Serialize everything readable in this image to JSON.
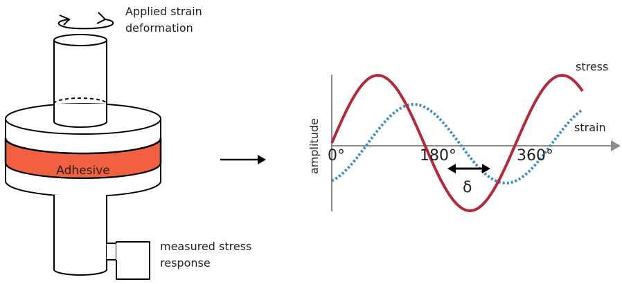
{
  "rheometer": {
    "top_label_line1": "Applied strain",
    "top_label_line2": "deformation",
    "sample_label": "Adhesive",
    "bottom_label_line1": "measured stress",
    "bottom_label_line2": "response",
    "adhesive_color": "#f2613f"
  },
  "plot": {
    "ylabel": "amplitude",
    "tick_0": "0°",
    "tick_180": "180°",
    "tick_360": "360°",
    "phase_symbol": "δ",
    "stress_label": "stress",
    "strain_label": "strain",
    "stress_color": "#b5283a",
    "strain_color": "#3a8bc8",
    "axis_color": "#8c8c8c"
  },
  "icons": {
    "rotation": "rotation-arrows-icon",
    "process_arrow": "right-arrow-icon",
    "phase_arrow": "double-arrow-icon"
  }
}
